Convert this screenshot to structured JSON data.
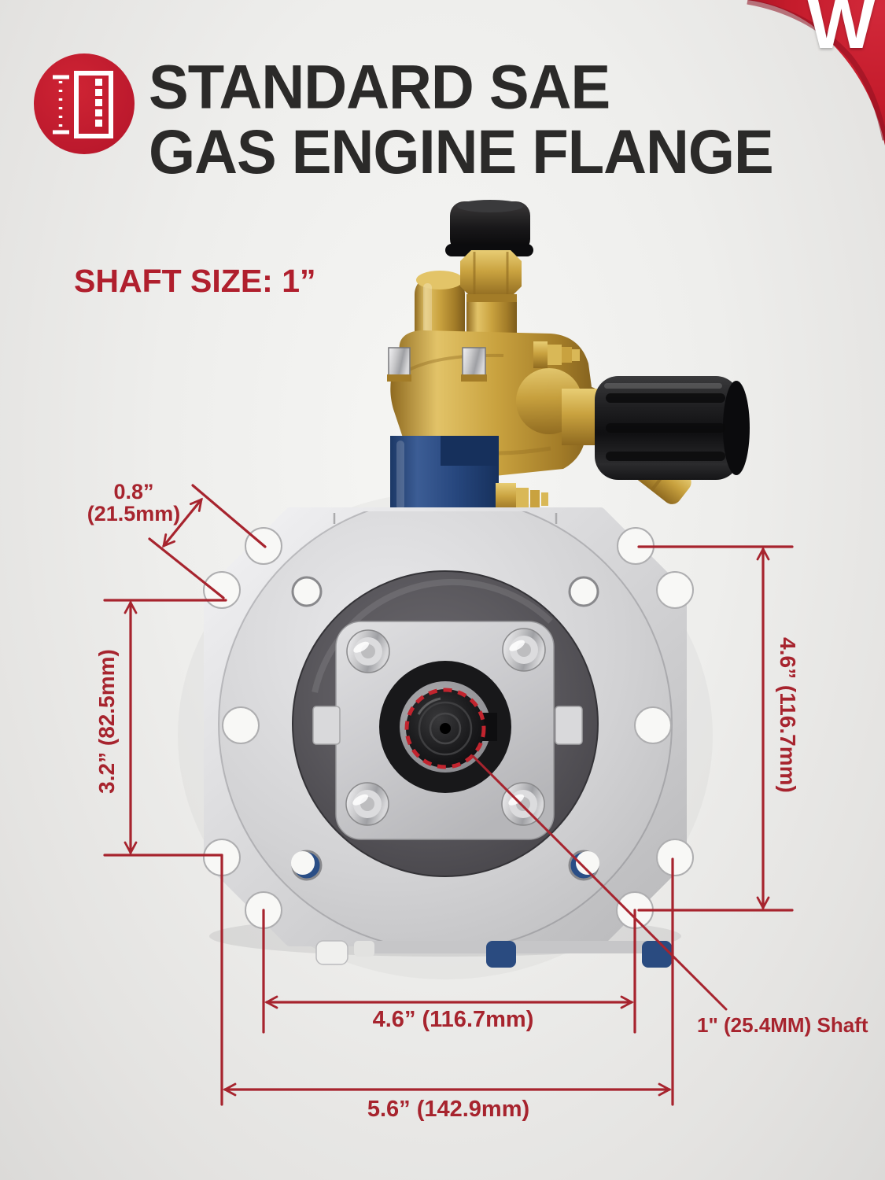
{
  "header": {
    "title_line1": "STANDARD SAE",
    "title_line2": "GAS ENGINE FLANGE",
    "brand_letter": "W",
    "icon": "ruler-measure-icon"
  },
  "shaft_size_label": "SHAFT SIZE: 1”",
  "annotations": {
    "bolt_hole_spacing_line1": "0.8”",
    "bolt_hole_spacing_line2": "(21.5mm)",
    "left_height": "3.2” (82.5mm)",
    "right_height": "4.6” (116.7mm)",
    "bottom_inner_width": "4.6” (116.7mm)",
    "bottom_outer_width": "5.6” (142.9mm)",
    "shaft_callout": "1\" (25.4MM) Shaft"
  },
  "colors": {
    "accent_red": "#c41b2b",
    "dimension_red": "#a7242e",
    "title_dark": "#2b2a29",
    "brass": "#c9a23f",
    "navy_blue": "#27477e"
  }
}
